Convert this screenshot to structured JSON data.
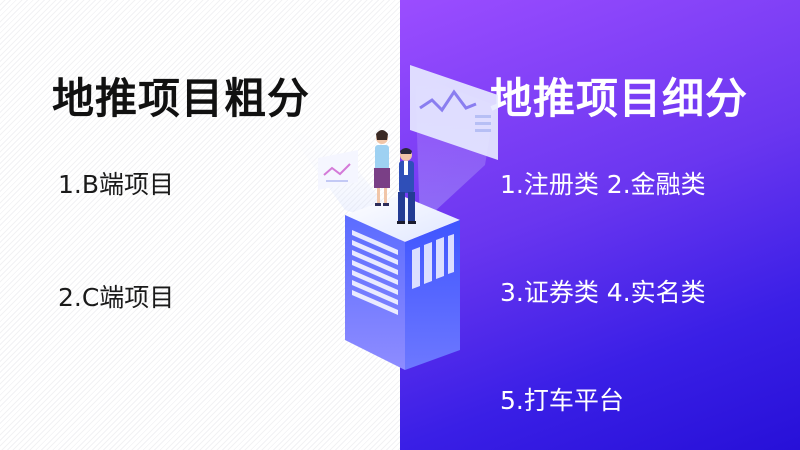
{
  "left": {
    "title": "地推项目粗分",
    "items": [
      "1.B端项目",
      "2.C端项目"
    ]
  },
  "right": {
    "title": "地推项目细分",
    "items": [
      "1.注册类  2.金融类",
      "3.证券类  4.实名类",
      "5.打车平台"
    ]
  },
  "colors": {
    "right_gradient_start": "#9b4dff",
    "right_gradient_end": "#2710d8",
    "left_title": "#111111",
    "right_text": "#ffffff"
  },
  "icons": [
    "server-tower-icon",
    "businesswoman-figure-icon",
    "businessman-figure-icon",
    "floating-chart-panel-icon",
    "floating-analytics-card-icon"
  ]
}
